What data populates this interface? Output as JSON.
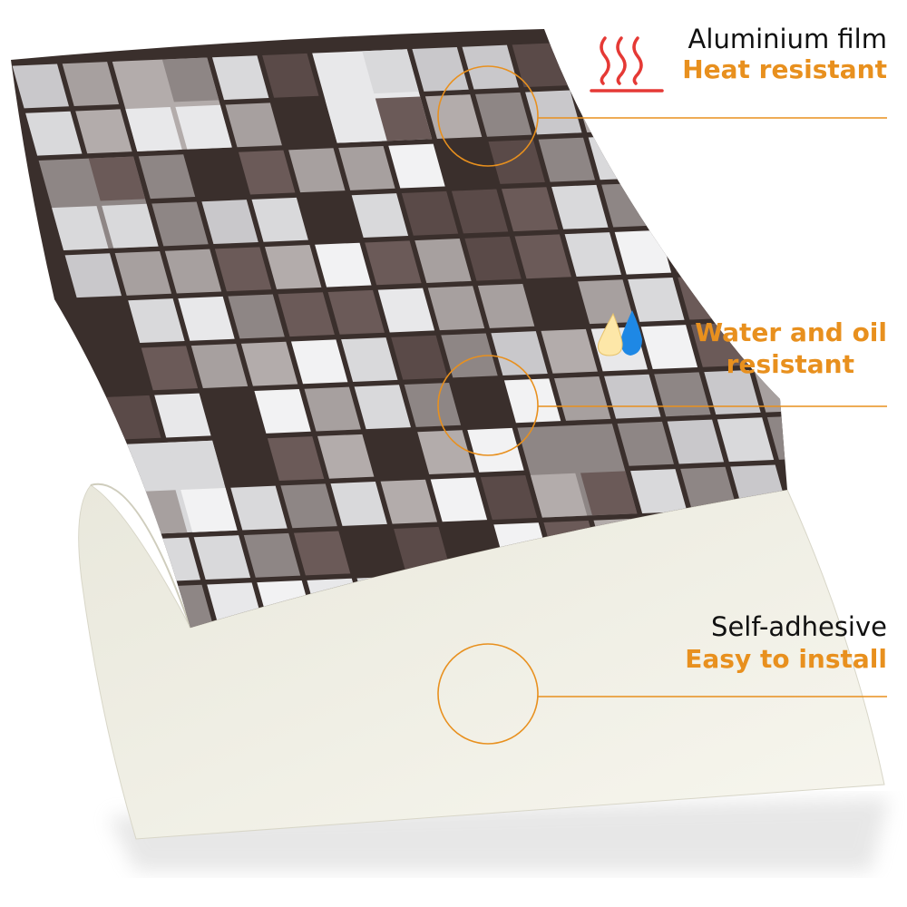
{
  "features": [
    {
      "title": "Aluminium film",
      "subtitle": "Heat resistant",
      "icon": "heat-waves-icon"
    },
    {
      "title": "",
      "subtitle": "Water and oil resistant",
      "subtitle_lines": [
        "Water and oil",
        "resistant"
      ],
      "icon": "water-oil-drops-icon"
    },
    {
      "title": "Self-adhesive",
      "subtitle": "Easy to install",
      "icon": ""
    }
  ],
  "colors": {
    "accent": "#e8901e",
    "heat_icon": "#e53935",
    "grout": "#3a2f2c",
    "backing": "#f3f2e8"
  }
}
